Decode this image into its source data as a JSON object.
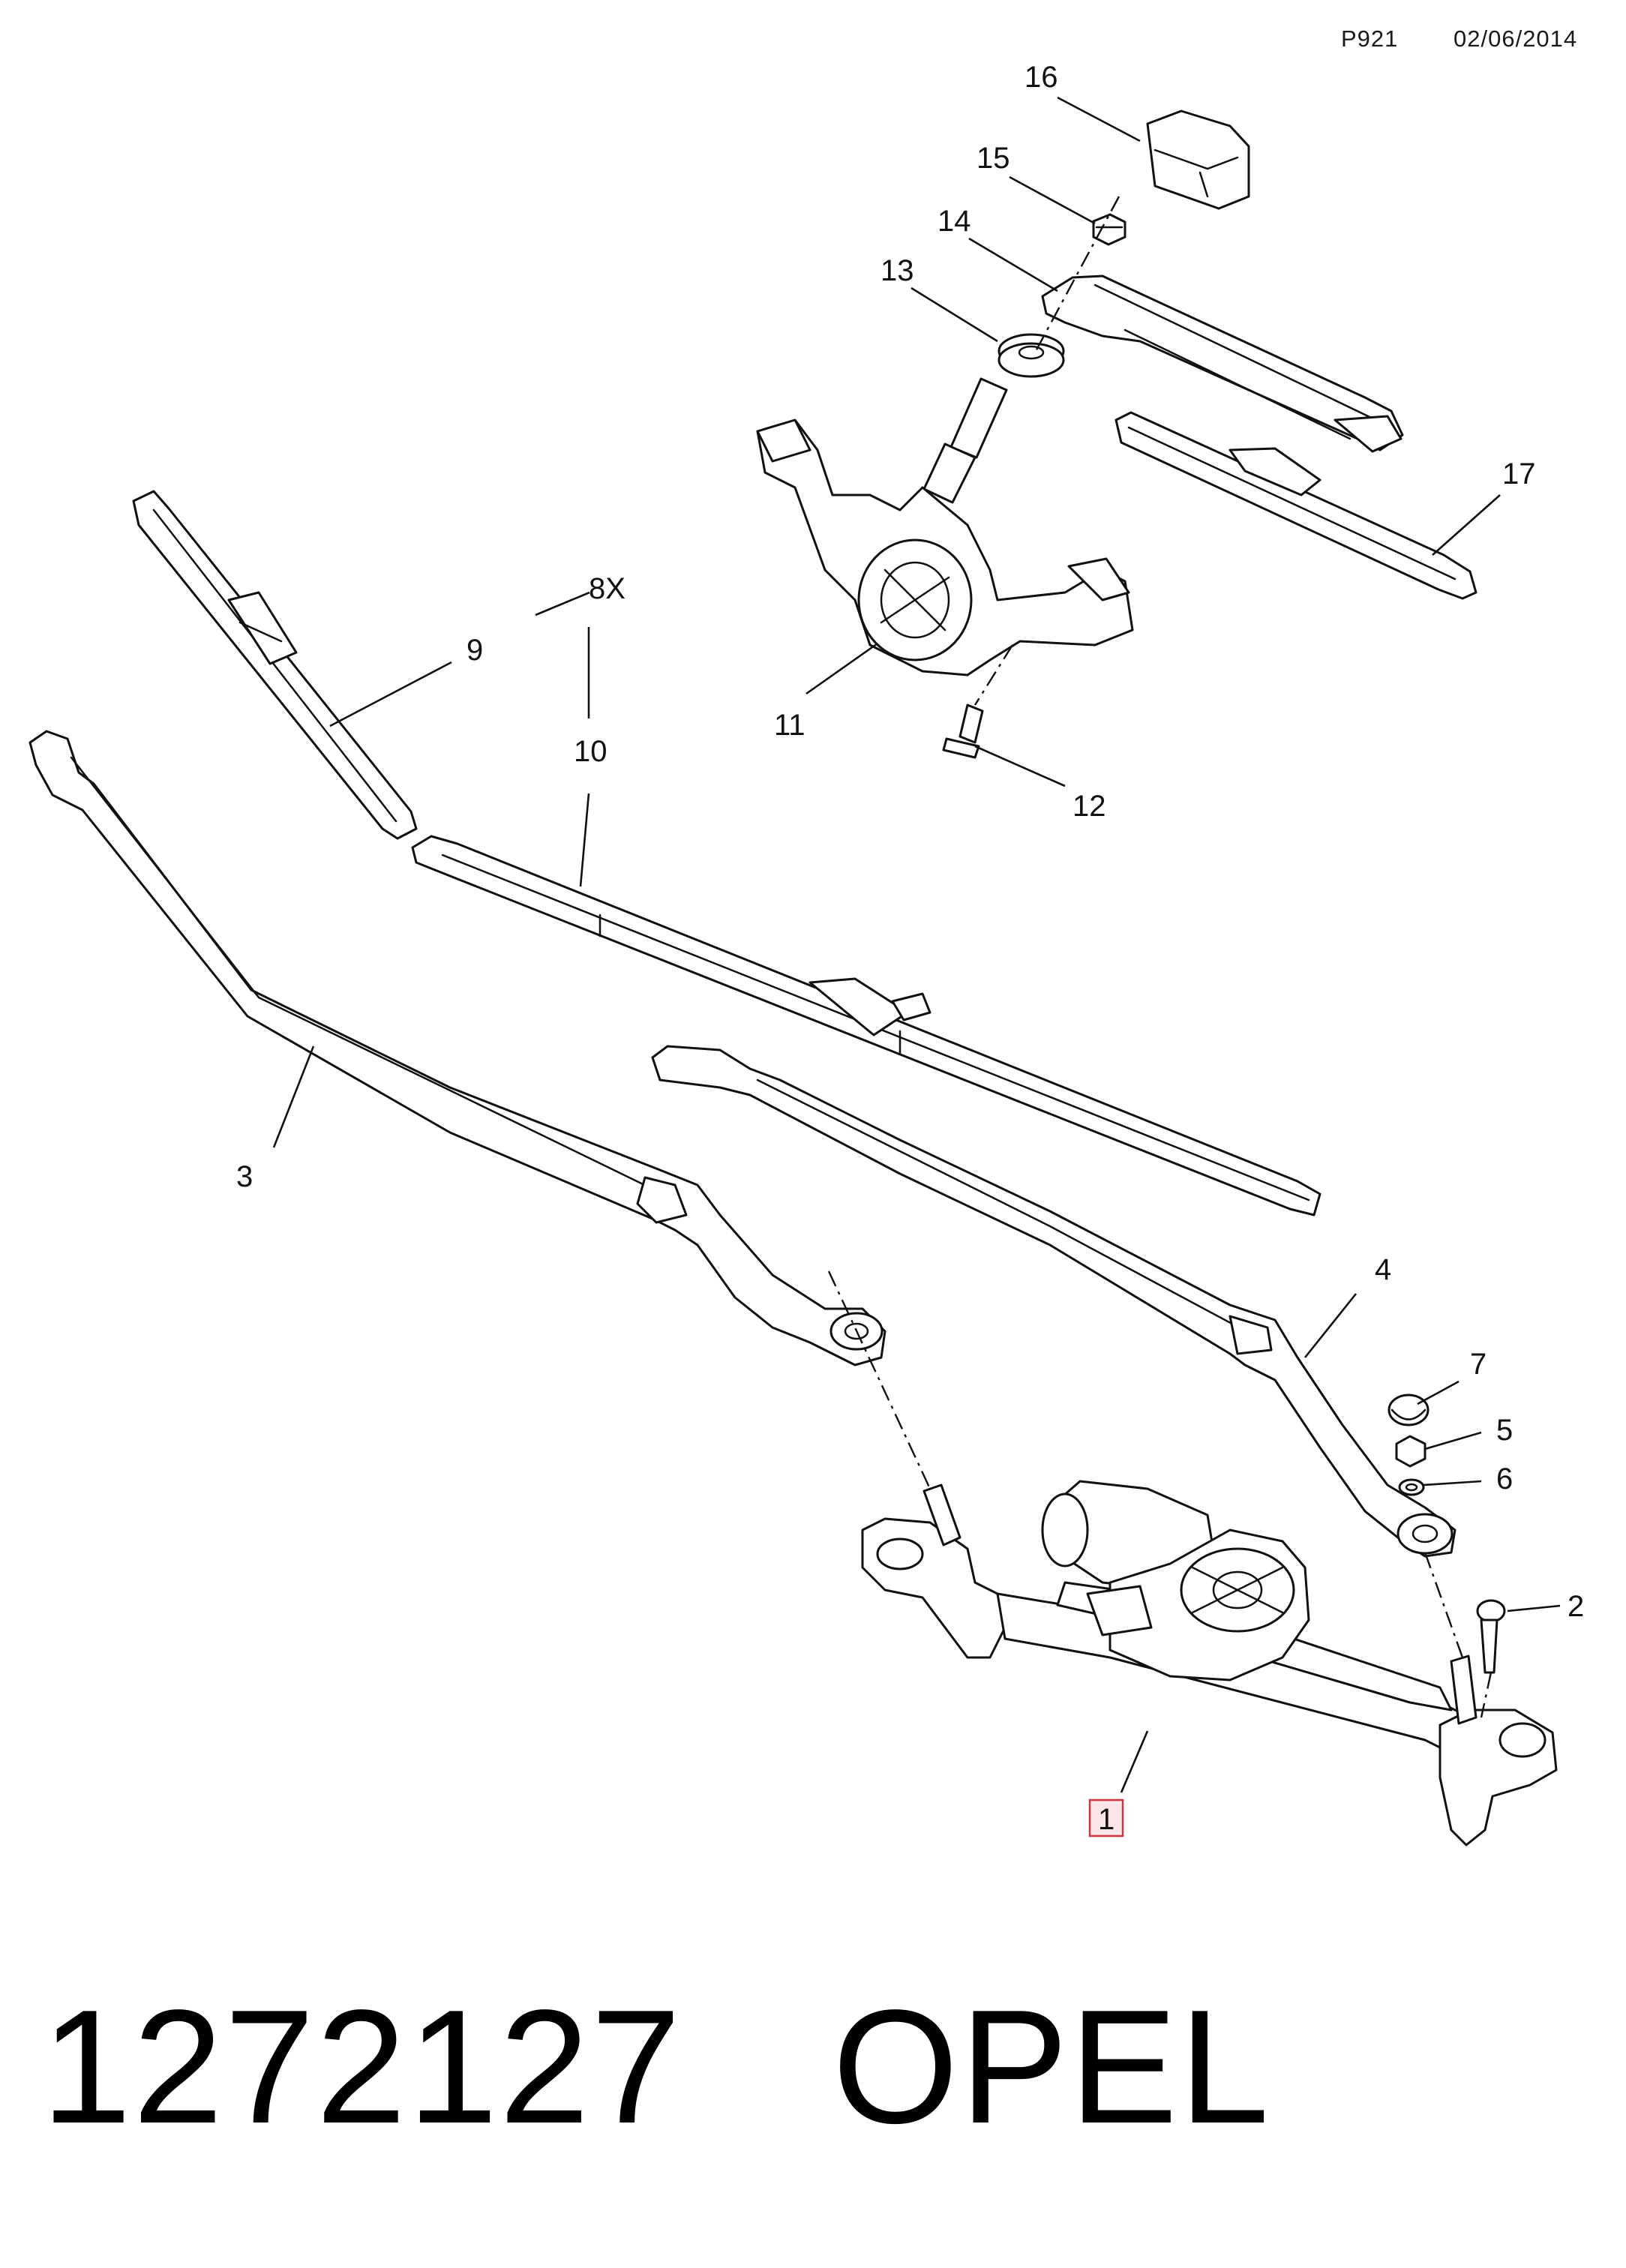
{
  "header": {
    "code": "P921",
    "date": "02/06/2014"
  },
  "callouts": {
    "c1": "1",
    "c2": "2",
    "c3": "3",
    "c4": "4",
    "c5": "5",
    "c6": "6",
    "c7": "7",
    "c8x": "8X",
    "c9": "9",
    "c10": "10",
    "c11": "11",
    "c12": "12",
    "c13": "13",
    "c14": "14",
    "c15": "15",
    "c16": "16",
    "c17": "17"
  },
  "highlighted_callout": "1",
  "footer": {
    "part_number": "1272127",
    "brand": "OPEL"
  }
}
